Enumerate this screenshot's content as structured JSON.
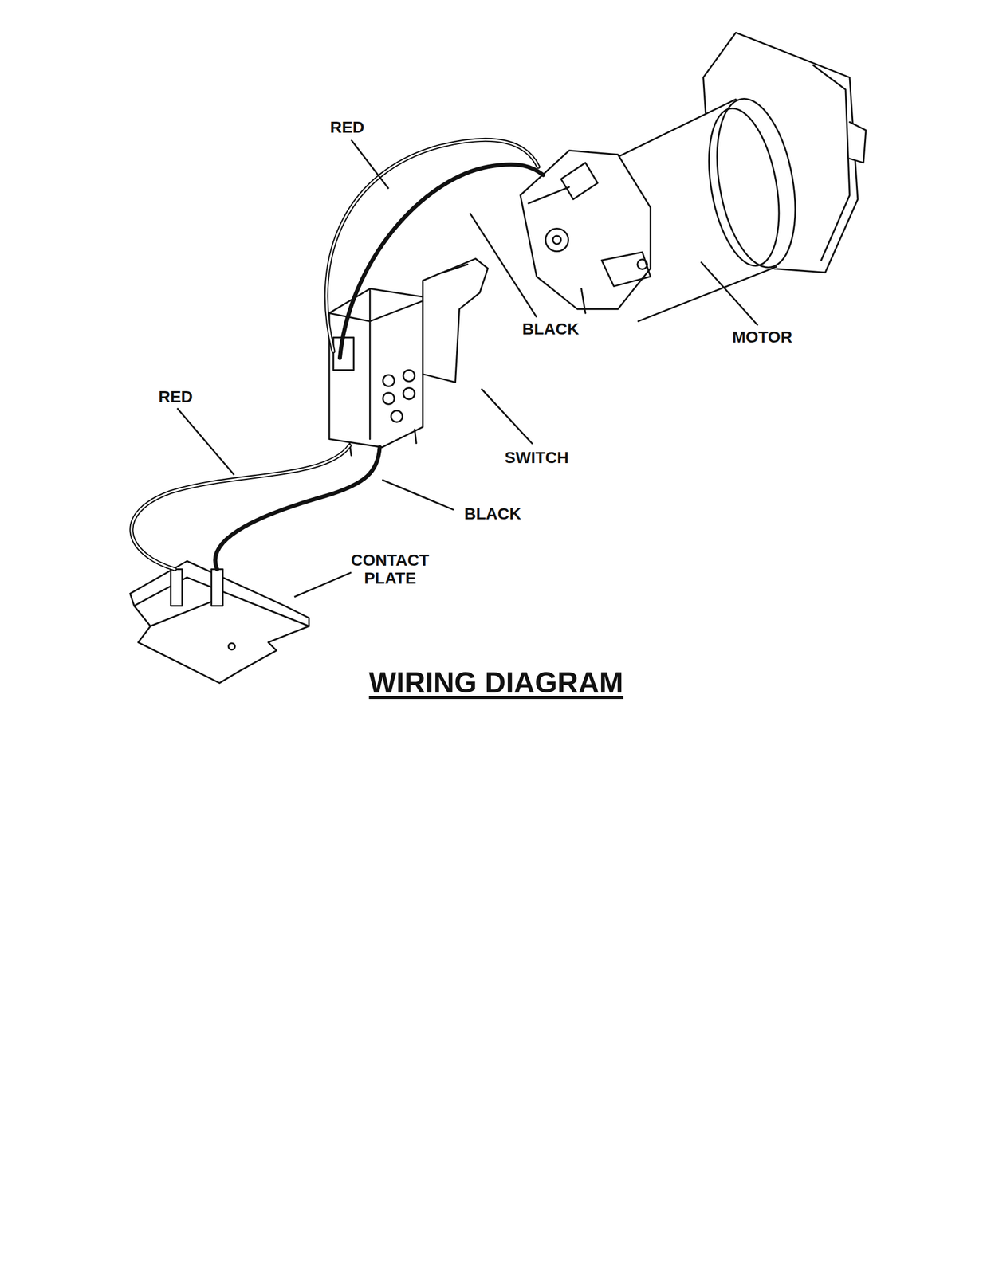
{
  "diagram": {
    "title": "WIRING DIAGRAM",
    "labels": [
      "RED",
      "BLACK",
      "MOTOR",
      "RED",
      "SWITCH",
      "BLACK",
      "CONTACT PLATE"
    ]
  }
}
